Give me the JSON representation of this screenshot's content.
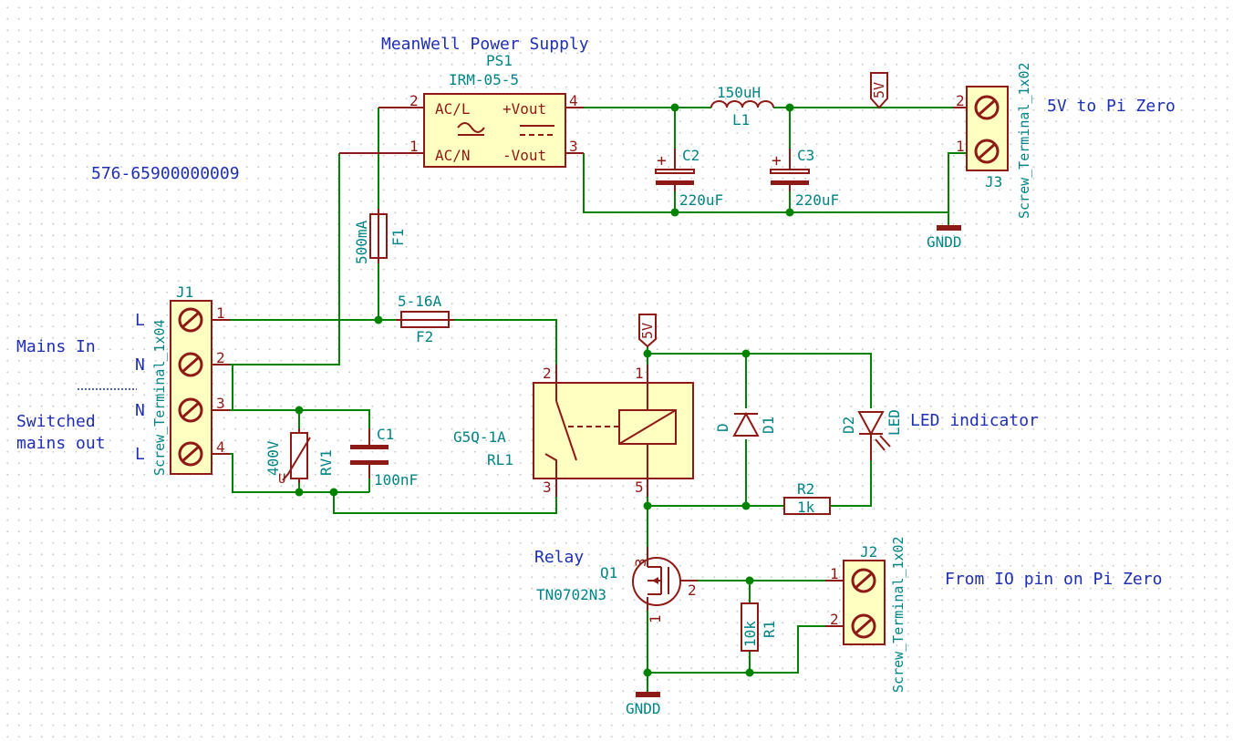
{
  "notes": {
    "title": "MeanWell Power Supply",
    "part_number": "576-65900000009",
    "mains_in": "Mains In",
    "switched_out_line1": "Switched",
    "switched_out_line2": "mains out",
    "out_5v": "5V to Pi Zero",
    "led_indicator": "LED indicator",
    "relay": "Relay",
    "from_io": "From IO pin on Pi Zero"
  },
  "ps1": {
    "ref": "PS1",
    "value": "IRM-05-5",
    "acl": "AC/L",
    "acn": "AC/N",
    "vp": "+Vout",
    "vm": "-Vout",
    "p1": "1",
    "p2": "2",
    "p3": "3",
    "p4": "4"
  },
  "f1": {
    "ref": "F1",
    "value": "500mA"
  },
  "f2": {
    "ref": "F2",
    "value": "5-16A"
  },
  "c1": {
    "ref": "C1",
    "value": "100nF"
  },
  "c2": {
    "ref": "C2",
    "value": "220uF",
    "plus": "+"
  },
  "c3": {
    "ref": "C3",
    "value": "220uF",
    "plus": "+"
  },
  "l1": {
    "ref": "L1",
    "value": "150uH"
  },
  "rv1": {
    "ref": "RV1",
    "value": "400V",
    "u": "U"
  },
  "rl1": {
    "ref": "RL1",
    "value": "G5Q-1A",
    "p1": "1",
    "p2": "2",
    "p3": "3",
    "p5": "5"
  },
  "d1": {
    "ref": "D1",
    "value": "D"
  },
  "d2": {
    "ref": "D2",
    "value": "LED"
  },
  "r1": {
    "ref": "R1",
    "value": "10k"
  },
  "r2": {
    "ref": "R2",
    "value": "1k"
  },
  "q1": {
    "ref": "Q1",
    "value": "TN0702N3",
    "p1": "1",
    "p2": "2",
    "p3": "3"
  },
  "j1": {
    "ref": "J1",
    "value": "Screw_Terminal_1x04",
    "labels": [
      "L",
      "N",
      "N",
      "L"
    ],
    "pins": [
      "1",
      "2",
      "3",
      "4"
    ]
  },
  "j2": {
    "ref": "J2",
    "value": "Screw_Terminal_1x02",
    "pins": [
      "1",
      "2"
    ]
  },
  "j3": {
    "ref": "J3",
    "value": "Screw_Terminal_1x02",
    "pins": [
      "2",
      "1"
    ]
  },
  "power": {
    "v5_label": "5V",
    "gnd_label": "GNDD"
  }
}
